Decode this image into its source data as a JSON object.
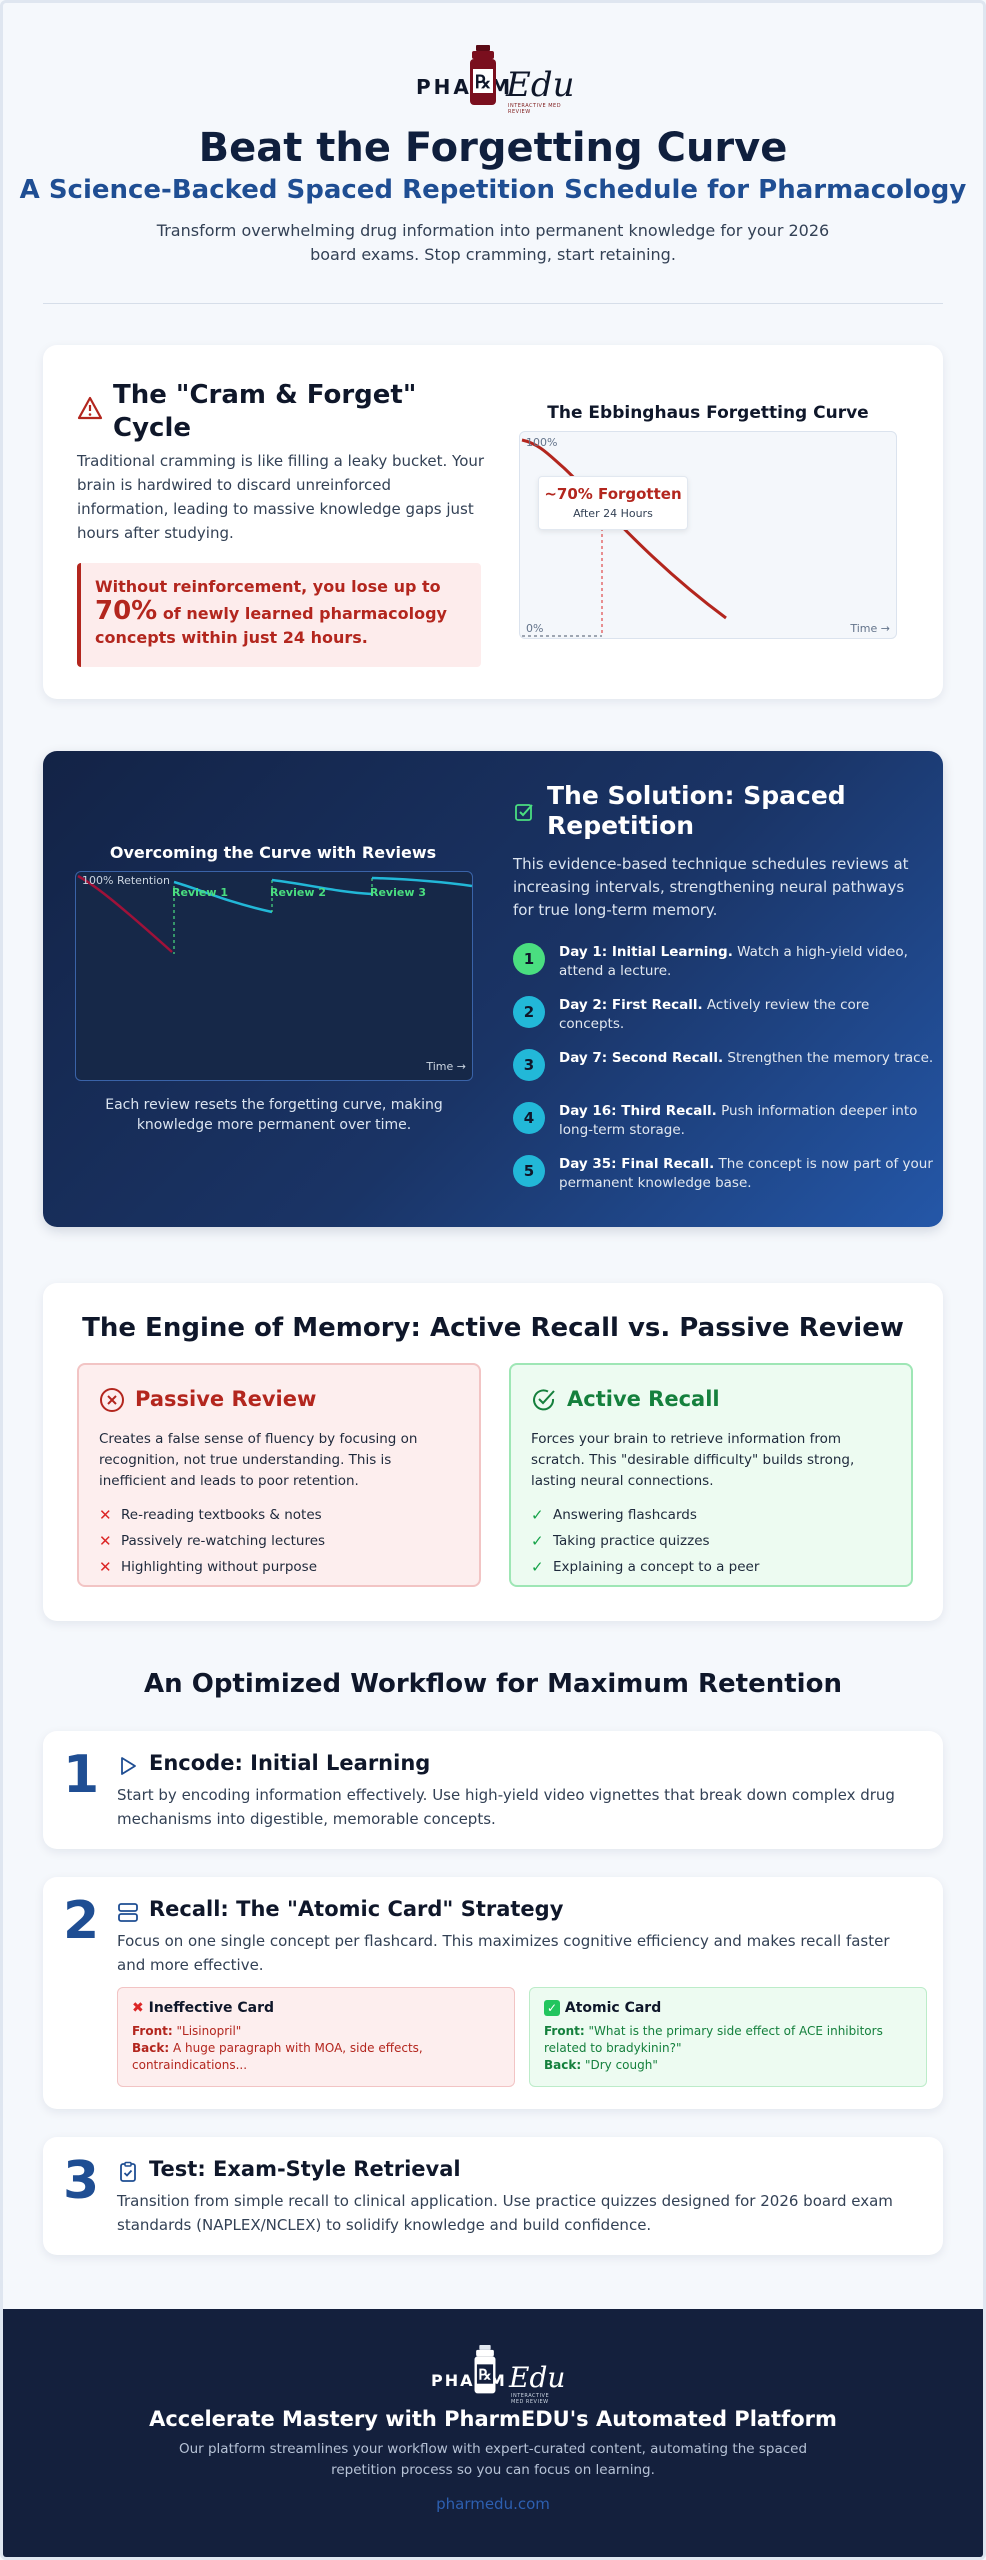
{
  "brand": {
    "logo_pharm": "PHARM",
    "logo_edu": "Edu",
    "logo_tagline": "INTERACTIVE MED REVIEW"
  },
  "header": {
    "title": "Beat the Forgetting Curve",
    "subtitle": "A Science-Backed Spaced Repetition Schedule for Pharmacology",
    "intro": "Transform overwhelming drug information into permanent knowledge for your 2026 board exams. Stop cramming, start retaining."
  },
  "cram": {
    "title": "The \"Cram & Forget\" Cycle",
    "text": "Traditional cramming is like filling a leaky bucket. Your brain is hardwired to discard unreinforced information, leading to massive knowledge gaps just hours after studying.",
    "alert_pre": "Without reinforcement, you lose up to",
    "alert_big": "70%",
    "alert_post": "of newly learned pharmacology concepts within just 24 hours.",
    "chart_title": "The Ebbinghaus Forgetting Curve",
    "chart_y_top": "100%",
    "chart_y_bottom": "0%",
    "chart_x": "Time →",
    "callout_big": "~70% Forgotten",
    "callout_small": "After 24 Hours"
  },
  "solution": {
    "chart_title": "Overcoming the Curve with Reviews",
    "chart_y_top": "100% Retention",
    "chart_x": "Time →",
    "reviews": [
      "Review 1",
      "Review 2",
      "Review 3"
    ],
    "caption": "Each review resets the forgetting curve, making knowledge more permanent over time.",
    "title": "The Solution: Spaced Repetition",
    "text": "This evidence-based technique schedules reviews at increasing intervals, strengthening neural pathways for true long-term memory.",
    "steps": [
      {
        "num": "1",
        "bold": "Day 1: Initial Learning.",
        "rest": " Watch a high-yield video, attend a lecture."
      },
      {
        "num": "2",
        "bold": "Day 2: First Recall.",
        "rest": " Actively review the core concepts."
      },
      {
        "num": "3",
        "bold": "Day 7: Second Recall.",
        "rest": " Strengthen the memory trace."
      },
      {
        "num": "4",
        "bold": "Day 16: Third Recall.",
        "rest": " Push information deeper into long-term storage."
      },
      {
        "num": "5",
        "bold": "Day 35: Final Recall.",
        "rest": " The concept is now part of your permanent knowledge base."
      }
    ]
  },
  "engine": {
    "title": "The Engine of Memory: Active Recall vs. Passive Review",
    "passive": {
      "title": "Passive Review",
      "desc": "Creates a false sense of fluency by focusing on recognition, not true understanding. This is inefficient and leads to poor retention.",
      "items": [
        "Re-reading textbooks & notes",
        "Passively re-watching lectures",
        "Highlighting without purpose"
      ]
    },
    "active": {
      "title": "Active Recall",
      "desc": "Forces your brain to retrieve information from scratch. This \"desirable difficulty\" builds strong, lasting neural connections.",
      "items": [
        "Answering flashcards",
        "Taking practice quizzes",
        "Explaining a concept to a peer"
      ]
    }
  },
  "workflow": {
    "title": "An Optimized Workflow for Maximum Retention",
    "steps": [
      {
        "num": "1",
        "title": "Encode: Initial Learning",
        "text": "Start by encoding information effectively. Use high-yield video vignettes that break down complex drug mechanisms into digestible, memorable concepts."
      },
      {
        "num": "2",
        "title": "Recall: The \"Atomic Card\" Strategy",
        "text": "Focus on one single concept per flashcard. This maximizes cognitive efficiency and makes recall faster and more effective."
      },
      {
        "num": "3",
        "title": "Test: Exam-Style Retrieval",
        "text": "Transition from simple recall to clinical application. Use practice quizzes designed for 2026 board exam standards (NAPLEX/NCLEX) to solidify knowledge and build confidence."
      }
    ],
    "bad_card": {
      "title": "Ineffective Card",
      "front_label": "Front:",
      "front": "\"Lisinopril\"",
      "back_label": "Back:",
      "back": "A huge paragraph with MOA, side effects, contraindications..."
    },
    "good_card": {
      "title": "Atomic Card",
      "front_label": "Front:",
      "front": "\"What is the primary side effect of ACE inhibitors related to bradykinin?\"",
      "back_label": "Back:",
      "back": "\"Dry cough\""
    }
  },
  "footer": {
    "title": "Accelerate Mastery with PharmEDU's Automated Platform",
    "text": "Our platform streamlines your workflow with expert-curated content, automating the spaced repetition process so you can focus on learning.",
    "link": "pharmedu.com"
  }
}
